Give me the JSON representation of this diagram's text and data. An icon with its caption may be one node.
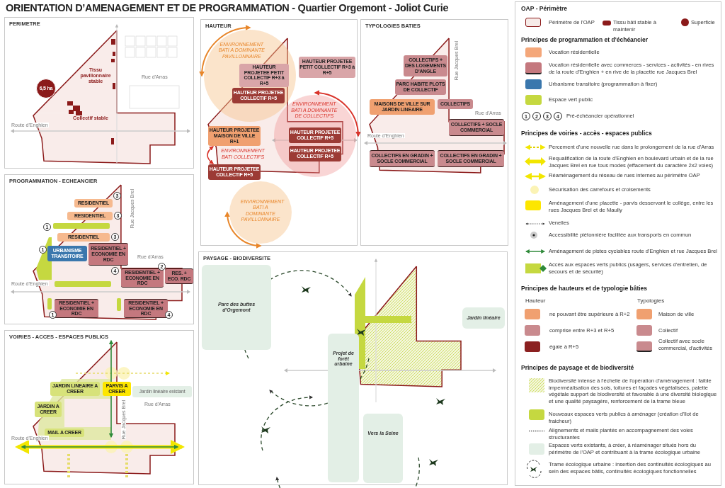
{
  "diagram": {
    "title": "ORIENTATION D’AMENAGEMENT ET DE PROGRAMMATION - Quartier Orgemont - Joliot Curie",
    "nodes": [
      {
        "text": [
          "PERIMETRE"
        ]
      },
      {
        "text": [
          "6,5 ha"
        ],
        "in": 0
      },
      {
        "text": [
          "HAUTEUR"
        ]
      },
      {
        "text": [
          "ENVIRONNEMENT BATI A DOMINANTE PAVILLONNAIRE"
        ],
        "in": 2
      },
      {
        "text": [
          "ENVIRONNEMENT BATI A DOMINANTE DE COLLECTIFS"
        ],
        "in": 2
      },
      {
        "text": [
          "ENVIRONNEMENT BATI A DOMINANTE PAVILLONNAIRE"
        ],
        "in": 2
      },
      {
        "text": [
          "HAUTEUR PROJETEE PETIT COLLECTIF R+3 à R+5"
        ],
        "in": 3
      },
      {
        "text": [
          "HAUTEUR PROJETEE COLLECTIF R+5"
        ],
        "in": 3
      },
      {
        "text": [
          "HAUTEUR PROJETEE MAISON DE VILLE R+1"
        ],
        "in": 2
      },
      {
        "text": [
          "HAUTEUR PROJETEE PETIT COLLECTIF R+3 à R+5"
        ],
        "in": 2
      },
      {
        "text": [
          "HAUTEUR PROJETEE COLLECTIF R+5"
        ],
        "in": 4
      },
      {
        "text": [
          "HAUTEUR PROJETEE COLLECTIF R+5"
        ],
        "in": 2
      },
      {
        "text": [
          "HAUTEUR PROJETEE COLLECTIF R+5"
        ],
        "in": 4
      },
      {
        "text": [
          "TYPOLOGIES BATIES"
        ]
      },
      {
        "text": [
          "COLLECTIFS + DES LOGEMENTS D'ANGLE"
        ],
        "in": 13
      },
      {
        "text": [
          "PARC HABITE PLOTS DE COLLECTIF"
        ],
        "in": 13
      },
      {
        "text": [
          "MAISONS DE VILLE SUR JARDIN LINEAIRE"
        ],
        "in": 13
      },
      {
        "text": [
          "COLLECTIFS"
        ],
        "in": 13
      },
      {
        "text": [
          "COLLECTIFS + SOCLE COMMERCIAL"
        ],
        "in": 13
      },
      {
        "text": [
          "COLLECTIFS EN GRADIN + SOCLE COMMERCIAL"
        ],
        "in": 13
      },
      {
        "text": [
          "COLLECTIFS EN GRADIN + SOCLE COMMERCIAL"
        ],
        "in": 13
      },
      {
        "text": [
          "PROGRAMMATION - ECHEANCIER"
        ]
      },
      {
        "text": [
          "RESIDENTIEL"
        ],
        "in": 21
      },
      {
        "text": [
          "3"
        ],
        "in": 21
      },
      {
        "text": [
          "RESIDENTIEL"
        ],
        "in": 21
      },
      {
        "text": [
          "3"
        ],
        "in": 21
      },
      {
        "text": [
          "1"
        ],
        "in": 21
      },
      {
        "text": [
          "RESIDENTIEL"
        ],
        "in": 21
      },
      {
        "text": [
          "3"
        ],
        "in": 21
      },
      {
        "text": [
          "1"
        ],
        "in": 21
      },
      {
        "text": [
          "URBANISME TRANSITOIRE"
        ],
        "in": 21
      },
      {
        "text": [
          "RESIDENTIEL + ECONOMIE EN RDC"
        ],
        "in": 21
      },
      {
        "text": [
          "4"
        ],
        "in": 21
      },
      {
        "text": [
          "RESIDENTIEL + ECONOMIE EN RDC"
        ],
        "in": 21
      },
      {
        "text": [
          "2"
        ],
        "in": 21
      },
      {
        "text": [
          "RES. + ECO. RDC"
        ],
        "in": 21
      },
      {
        "text": [
          "RESIDENTIEL + ECONOMIE EN RDC"
        ],
        "in": 21
      },
      {
        "text": [
          "1"
        ],
        "in": 21
      },
      {
        "text": [
          "RESIDENTIEL + ECONOMIE EN RDC"
        ],
        "in": 21
      },
      {
        "text": [
          "4"
        ],
        "in": 21
      },
      {
        "text": [
          "VOIRIES - ACCES - ESPACES PUBLICS"
        ]
      },
      {
        "text": [
          "JARDIN LINEAIRE A CREER"
        ],
        "in": 40
      },
      {
        "text": [
          "PARVIS A CREER"
        ],
        "in": 40
      },
      {
        "text": [
          "JARDIN A CREER"
        ],
        "in": 40
      },
      {
        "text": [
          "MAIL A CREER"
        ],
        "in": 40
      },
      {
        "text": [
          "Jardin linéaire existant"
        ],
        "in": 40
      },
      {
        "text": [
          "PAYSAGE - BIODIVERSITE"
        ]
      },
      {
        "text": [
          "Parc des buttes d'Orgemont"
        ],
        "in": 46
      },
      {
        "text": [
          "Jardin linéaire"
        ],
        "in": 46
      },
      {
        "text": [
          "Projet de forêt urbaine"
        ],
        "in": 46
      },
      {
        "text": [
          "Vers la Seine"
        ],
        "in": 46
      }
    ],
    "edges": [
      {
        "from": 8,
        "to": 11,
        "arrow": "both"
      }
    ],
    "labels": [
      "Tissu pavillonnaire stable",
      "Collectif stable",
      "Route d'Enghien",
      "Rue d'Arras",
      "ENVIRONNEMENT BATI COLLECTIFS",
      "Rue d'Arras",
      "Route d'Enghien",
      "Rue Jacques Brel",
      "Rue Jacques Brel",
      "Rue d'Arras",
      "Route d'Enghien",
      "Rue d'Arras",
      "Rue Jacques Brel",
      "Route d'Enghien",
      "OAP - Périmètre",
      "Principes de programmation et d'échéancier",
      "1",
      "2",
      "3",
      "4",
      "Principes de voiries - accès - espaces publics",
      "Principes de hauteurs et de typologie bâties",
      "Hauteur",
      "Typologies",
      "Principes de paysage et de biodiversité"
    ],
    "legend": [
      {
        "text": "Périmètre de l'OAP",
        "color": "#f7ebe8"
      },
      {
        "text": "Tissu bâti stable à maintenir",
        "color": "#8b1a1a"
      },
      {
        "text": "Superficie",
        "color": "#8b1a1a"
      },
      {
        "text": "Vocation résidentielle",
        "color": "#f4a77a"
      },
      {
        "text": "Vocation résidentielle avec commerces - services - activités - en rives de la route d'Enghien + en rive de la placette rue Jacques Brel",
        "color": "#c4787e"
      },
      {
        "text": "Urbanisme transitoire (programmation à fixer)",
        "color": "#3a77ad"
      },
      {
        "text": "Espace vert public",
        "color": "#c5d840"
      },
      {
        "text": "Pré-échéancier opérationnel"
      },
      {
        "text": "Percement d'une nouvelle rue dans le prolongement de la rue d'Arras"
      },
      {
        "text": "Requalification de la route d'Enghien en boulevard urbain et de la rue Jacques Brel en rue tous modes (effacement du caractère 2x2 voies)"
      },
      {
        "text": "Réaménagement du réseau de rues internes au périmètre OAP"
      },
      {
        "text": "Sécurisation des carrefours et croisements",
        "color": "#fbf3b5"
      },
      {
        "text": "Aménagement d'une placette - parvis desservant le collège, entre les rues Jacques Brel et de Maully",
        "color": "#fde600"
      },
      {
        "text": "Venelles"
      },
      {
        "text": "Accessibilité piétonnière facilitée aux transports en commun"
      },
      {
        "text": "Aménagement de pistes cyclables route d'Enghien et rue Jacques Brel"
      },
      {
        "text": "Accès aux espaces verts publics (usagers, services d'entretien, de secours et de sécurité)"
      },
      {
        "text": "ne pouvant être supérieure à R+2",
        "color": "#f0a070"
      },
      {
        "text": "Maison de ville",
        "color": "#f0a070"
      },
      {
        "text": "comprise entre R+3 et R+5",
        "color": "#c98a8e"
      },
      {
        "text": "Collectif",
        "color": "#c98a8e"
      },
      {
        "text": "égale à R+5",
        "color": "#8b2020"
      },
      {
        "text": "Collectif avec socle commercial, d'activités",
        "color": "#c98a8e"
      },
      {
        "text": "Biodiversité intense à l'échelle de l'opération d'aménagement : faible imperméalisation des sols, toitures et façades végétalisées, palette végétale support de biodiversité et favorable à une diversité biologique et une qualité paysagère, renforcement de la trame bleue"
      },
      {
        "text": "Nouveaux espaces verts publics à aménager (création d'îlot de fraicheur)",
        "color": "#c5d840"
      },
      {
        "text": "Alignements et mails plantés en accompagnement des voies structurantes"
      },
      {
        "text": "Espaces verts existants, à créer, à réaménager situés hors du périmètre de l'OAP et contribuant à la trame écologique urbaine",
        "color": "#e3efe6"
      },
      {
        "text": "Trame écologique urbaine : insertion des continuités écologiques au sein des espaces bâtis, continuités écologiques fonctionnelles"
      }
    ]
  }
}
